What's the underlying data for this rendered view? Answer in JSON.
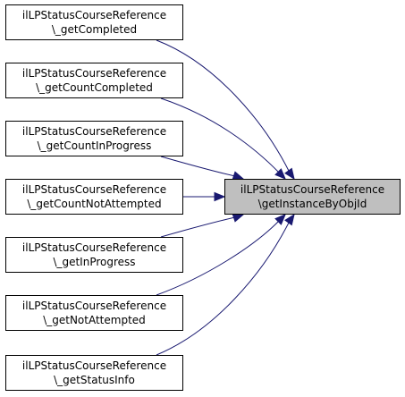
{
  "diagram": {
    "target": {
      "line1": "ilLPStatusCourseReference",
      "line2": "\\getInstanceByObjId"
    },
    "callers": [
      {
        "line1": "ilLPStatusCourseReference",
        "line2": "\\_getCompleted"
      },
      {
        "line1": "ilLPStatusCourseReference",
        "line2": "\\_getCountCompleted"
      },
      {
        "line1": "ilLPStatusCourseReference",
        "line2": "\\_getCountInProgress"
      },
      {
        "line1": "ilLPStatusCourseReference",
        "line2": "\\_getCountNotAttempted"
      },
      {
        "line1": "ilLPStatusCourseReference",
        "line2": "\\_getInProgress"
      },
      {
        "line1": "ilLPStatusCourseReference",
        "line2": "\\_getNotAttempted"
      },
      {
        "line1": "ilLPStatusCourseReference",
        "line2": "\\_getStatusInfo"
      }
    ],
    "colors": {
      "edge": "#191970",
      "target_fill": "#bfbfbf",
      "node_fill": "#ffffff",
      "border": "#000000"
    }
  }
}
